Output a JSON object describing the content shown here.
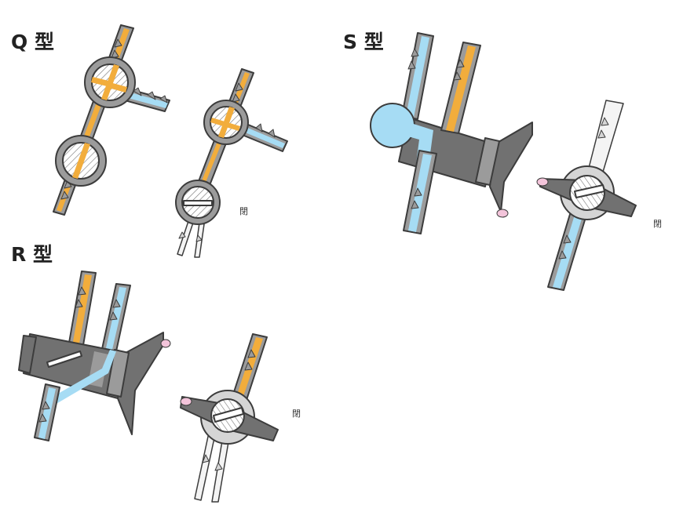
{
  "titles": {
    "q": "Q 型",
    "s": "S 型",
    "r": "R 型"
  },
  "labels": {
    "q_closed": "閉",
    "s_closed": "閉",
    "r_closed": "閉"
  },
  "colors": {
    "orange": "#f2ad3c",
    "blue": "#a6dcf4",
    "grey_dark": "#717171",
    "grey_mid": "#9b9b9b",
    "grey_light": "#d5d5d5",
    "outline": "#3c3c3c",
    "pink": "#f3c4da",
    "tube_white": "#f4f4f4"
  }
}
